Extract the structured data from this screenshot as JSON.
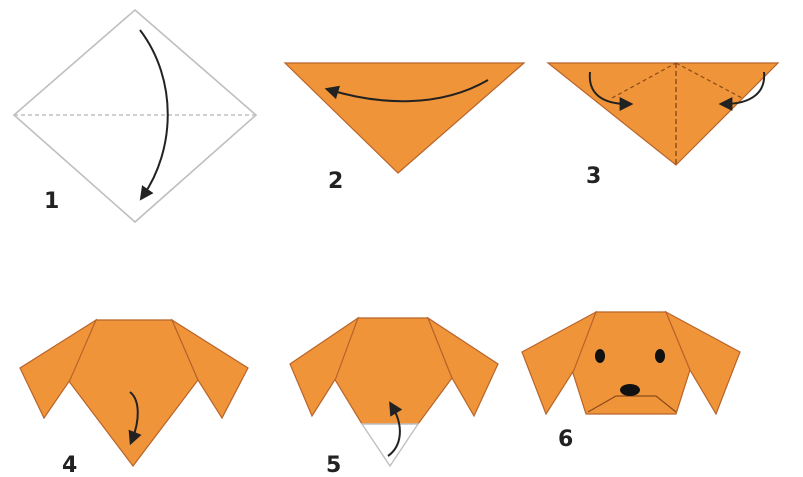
{
  "colors": {
    "paper": "#F0943A",
    "edge": "#B8642A",
    "outline": "#BFBFBF",
    "arrow": "#222222",
    "background": "#FFFFFF"
  },
  "steps": [
    {
      "label": "1"
    },
    {
      "label": "2"
    },
    {
      "label": "3"
    },
    {
      "label": "4"
    },
    {
      "label": "5"
    },
    {
      "label": "6"
    }
  ]
}
